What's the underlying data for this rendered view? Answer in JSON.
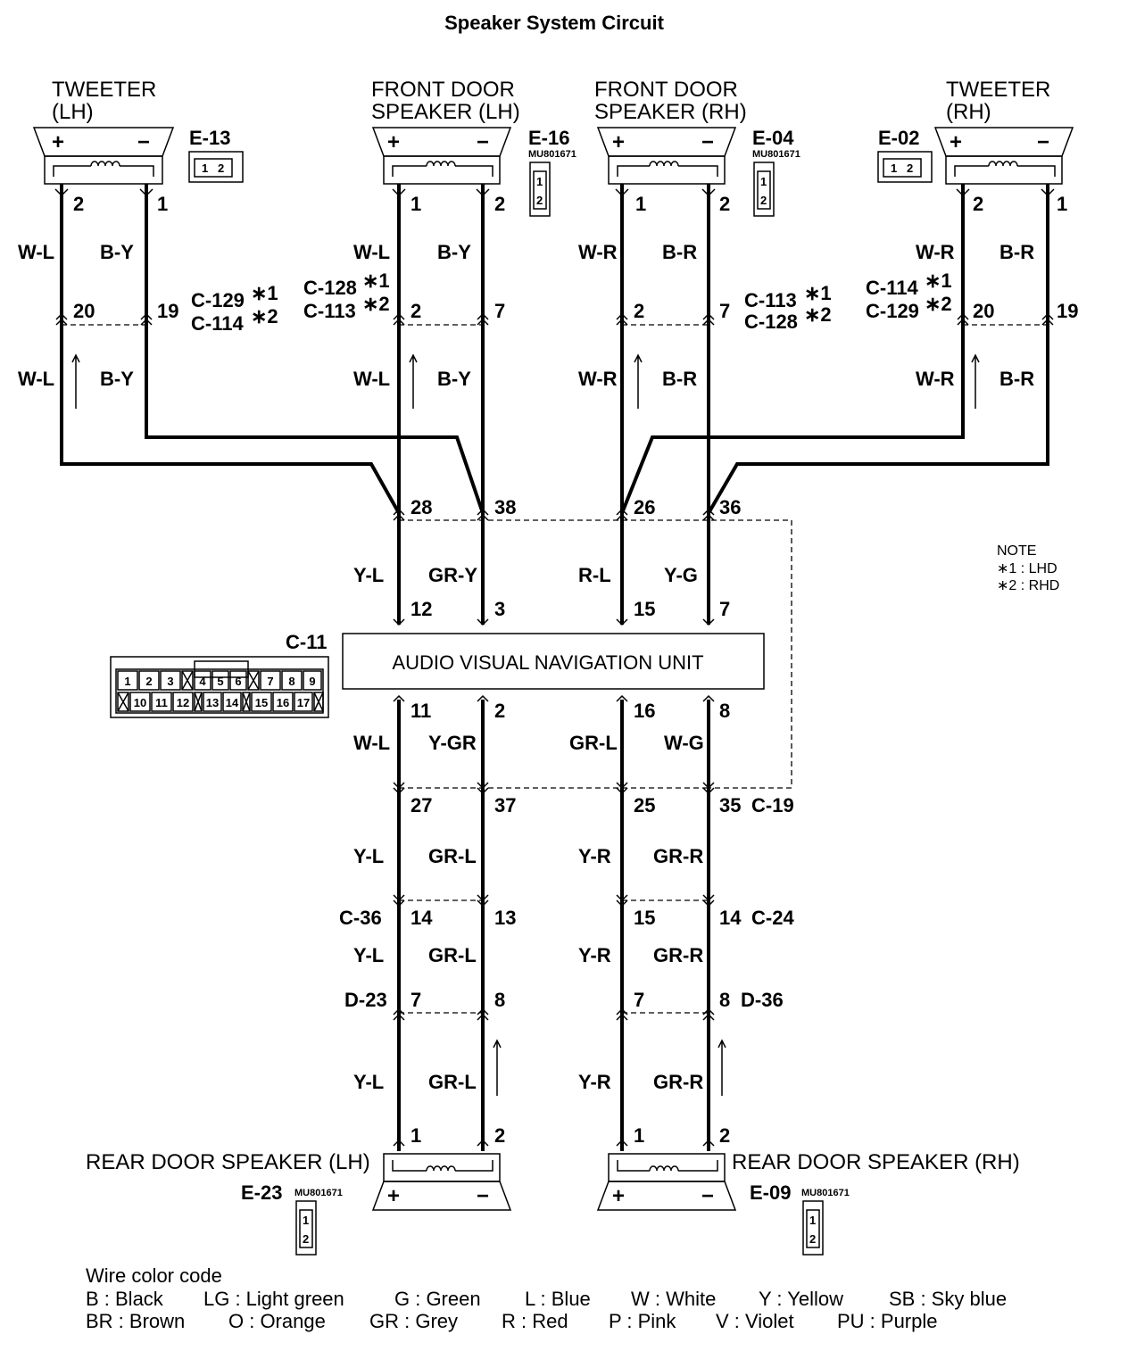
{
  "title": "Speaker System Circuit",
  "speakers": {
    "tweeter_lh": {
      "line1": "TWEETER",
      "line2": "(LH)",
      "connector": "E-13",
      "plus": "+",
      "minus": "−",
      "pin_left": "2",
      "pin_right": "1"
    },
    "front_lh": {
      "line1": "FRONT DOOR",
      "line2": "SPEAKER (LH)",
      "connector": "E-16",
      "part": "MU801671",
      "plus": "+",
      "minus": "−",
      "pin_left": "1",
      "pin_right": "2"
    },
    "front_rh": {
      "line1": "FRONT DOOR",
      "line2": "SPEAKER (RH)",
      "connector": "E-04",
      "part": "MU801671",
      "plus": "+",
      "minus": "−",
      "pin_left": "1",
      "pin_right": "2"
    },
    "tweeter_rh": {
      "line1": "TWEETER",
      "line2": "(RH)",
      "connector": "E-02",
      "plus": "+",
      "minus": "−",
      "pin_left": "2",
      "pin_right": "1"
    },
    "rear_lh": {
      "label": "REAR DOOR SPEAKER (LH)",
      "connector": "E-23",
      "part": "MU801671",
      "plus": "+",
      "minus": "−",
      "pin_left": "1",
      "pin_right": "2"
    },
    "rear_rh": {
      "label": "REAR DOOR SPEAKER (RH)",
      "connector": "E-09",
      "part": "MU801671",
      "plus": "+",
      "minus": "−",
      "pin_left": "1",
      "pin_right": "2"
    }
  },
  "mini_connector_pins": {
    "p1": "1",
    "p2": "2"
  },
  "wires": {
    "twl_a": "W-L",
    "twl_b": "B-Y",
    "twl_c": "W-L",
    "twl_d": "B-Y",
    "fl_a": "W-L",
    "fl_b": "B-Y",
    "fl_c": "W-L",
    "fl_d": "B-Y",
    "fr_a": "W-R",
    "fr_b": "B-R",
    "fr_c": "W-R",
    "fr_d": "B-R",
    "twr_a": "W-R",
    "twr_b": "B-R",
    "twr_c": "W-R",
    "twr_d": "B-R",
    "top_1": "Y-L",
    "top_2": "GR-Y",
    "top_3": "R-L",
    "top_4": "Y-G",
    "bot_1": "W-L",
    "bot_2": "Y-GR",
    "bot_3": "GR-L",
    "bot_4": "W-G",
    "mid_1": "Y-L",
    "mid_2": "GR-L",
    "mid_3": "Y-R",
    "mid_4": "GR-R",
    "low_1": "Y-L",
    "low_2": "GR-L",
    "low_3": "Y-R",
    "low_4": "GR-R",
    "end_1": "Y-L",
    "end_2": "GR-L",
    "end_3": "Y-R",
    "end_4": "GR-R"
  },
  "intermediate_connectors": {
    "c129_lhd": "C-129",
    "c114_rhd": "C-114",
    "c128_lhd": "C-128",
    "c113_rhd": "C-113",
    "c113_lhd": "C-113",
    "c128_rhd": "C-128",
    "c114_lhd": "C-114",
    "c129_rhd": "C-129",
    "star1": "∗1",
    "star2": "∗2",
    "c19": "C-19",
    "c36": "C-36",
    "c24": "C-24",
    "d23": "D-23",
    "d36": "D-36"
  },
  "pins": {
    "p20a": "20",
    "p19a": "19",
    "p2a": "2",
    "p7a": "7",
    "p2b": "2",
    "p7b": "7",
    "p20b": "20",
    "p19b": "19",
    "p28": "28",
    "p38": "38",
    "p26": "26",
    "p36": "36",
    "p12": "12",
    "p3": "3",
    "p15": "15",
    "p7c": "7",
    "p11": "11",
    "p2c": "2",
    "p16": "16",
    "p8": "8",
    "p27": "27",
    "p37": "37",
    "p25": "25",
    "p35": "35",
    "p14a": "14",
    "p13": "13",
    "p15b": "15",
    "p14b": "14",
    "p7d": "7",
    "p8b": "8",
    "p7e": "7",
    "p8c": "8"
  },
  "unit": {
    "label": "AUDIO VISUAL NAVIGATION UNIT",
    "connector": "C-11",
    "row1": [
      "1",
      "2",
      "3",
      "4",
      "5",
      "6",
      "7",
      "8",
      "9"
    ],
    "row2": [
      "10",
      "11",
      "12",
      "13",
      "14",
      "15",
      "16",
      "17"
    ]
  },
  "note": {
    "title": "NOTE",
    "line1": "∗1 : LHD",
    "line2": "∗2 : RHD"
  },
  "legend": {
    "title": "Wire color code",
    "row1": [
      "B : Black",
      "LG : Light green",
      "G : Green",
      "L : Blue",
      "W : White",
      "Y : Yellow",
      "SB : Sky blue"
    ],
    "row2": [
      "BR : Brown",
      "O : Orange",
      "GR : Grey",
      "R : Red",
      "P : Pink",
      "V : Violet",
      "PU : Purple"
    ]
  }
}
